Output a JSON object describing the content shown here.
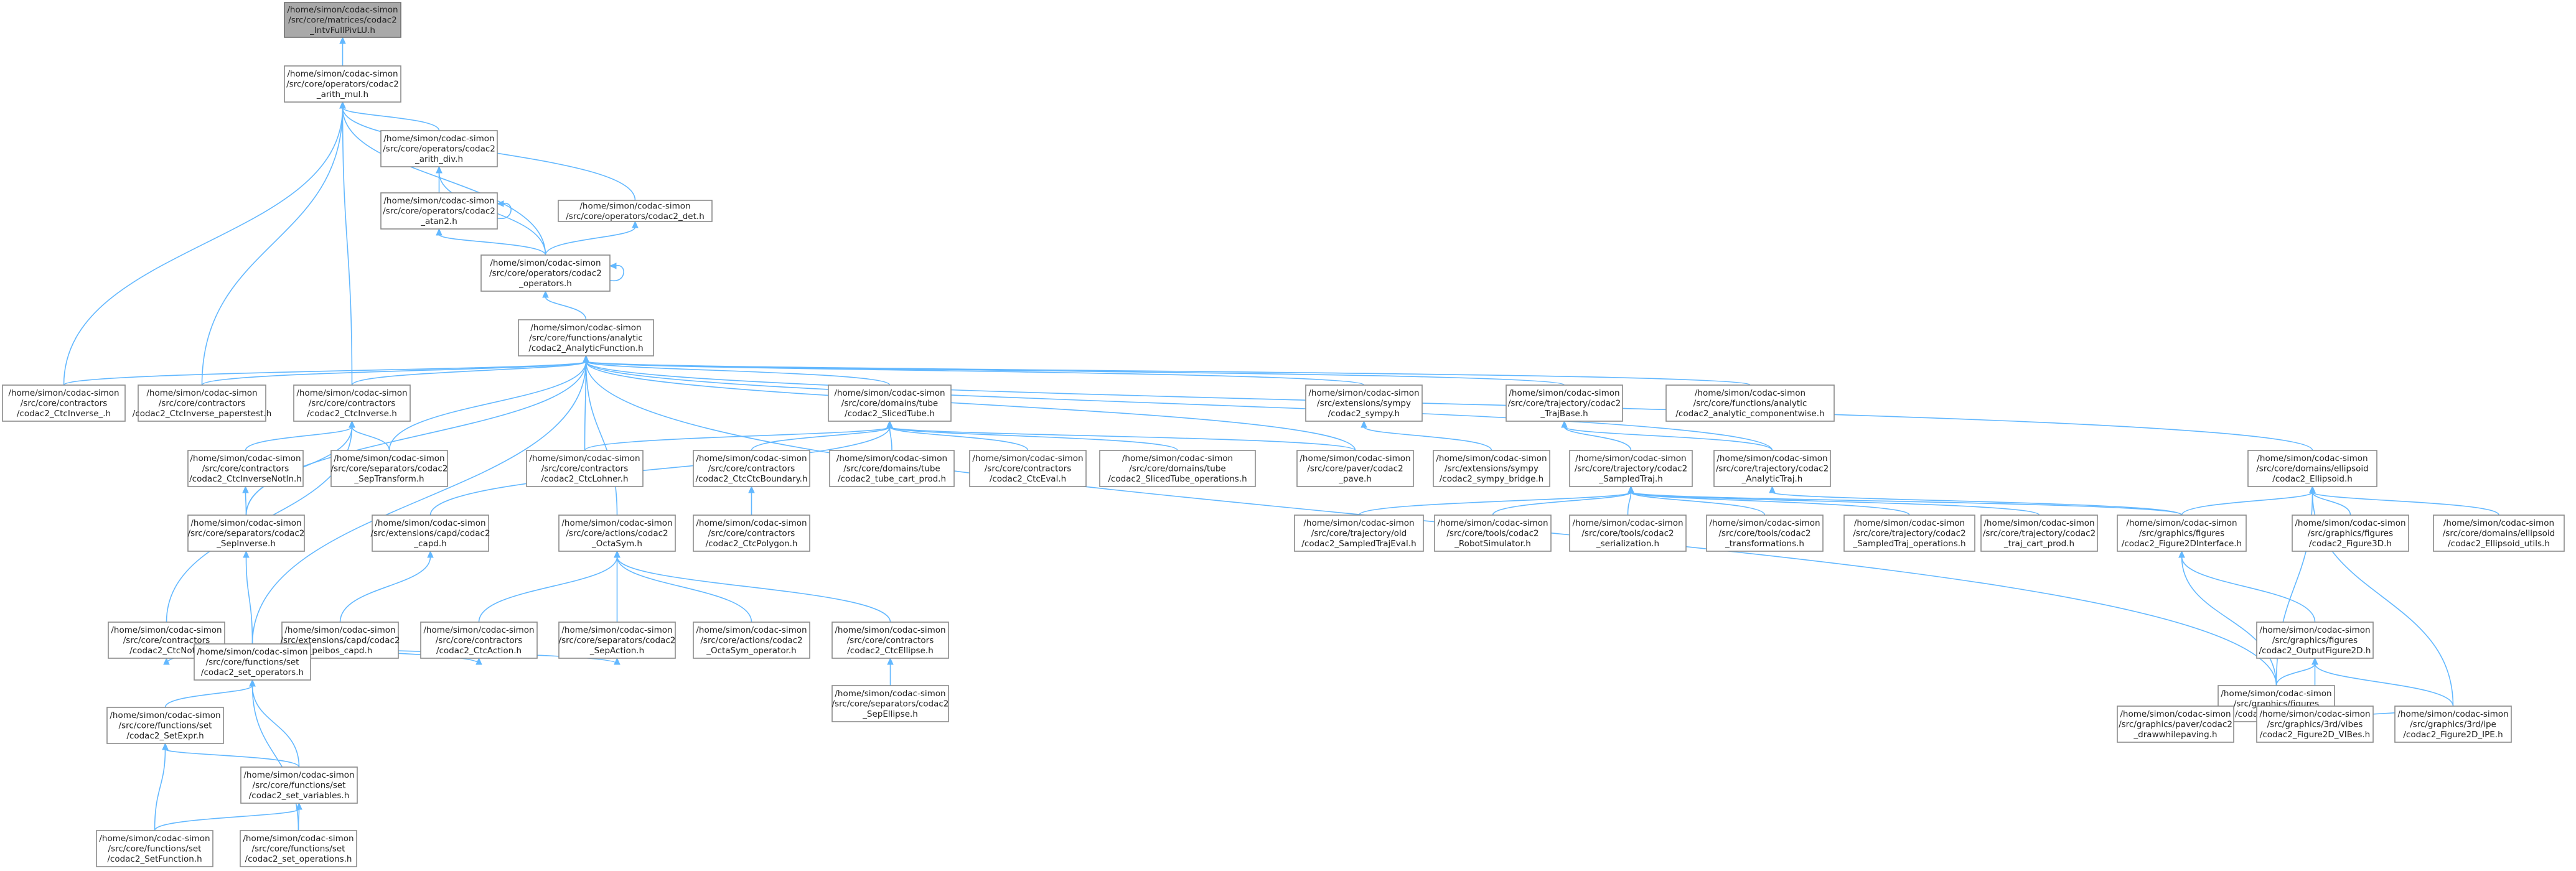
{
  "colors": {
    "edge": "#63b8ff",
    "node_border": "#8a8a8a",
    "root_fill": "#a9a9a9",
    "node_fill": "#ffffff",
    "text": "#222222"
  },
  "nodes": [
    {
      "id": "root",
      "root": true,
      "lines": [
        "/home/simon/codac-simon",
        "/src/core/matrices/codac2",
        "_IntvFullPivLU.h"
      ]
    },
    {
      "id": "arith_mul",
      "lines": [
        "/home/simon/codac-simon",
        "/src/core/operators/codac2",
        "_arith_mul.h"
      ]
    },
    {
      "id": "arith_div",
      "lines": [
        "/home/simon/codac-simon",
        "/src/core/operators/codac2",
        "_arith_div.h"
      ]
    },
    {
      "id": "atan2",
      "lines": [
        "/home/simon/codac-simon",
        "/src/core/operators/codac2",
        "_atan2.h"
      ]
    },
    {
      "id": "det",
      "lines": [
        "/home/simon/codac-simon",
        "/src/core/operators/codac2_det.h"
      ]
    },
    {
      "id": "operators",
      "lines": [
        "/home/simon/codac-simon",
        "/src/core/operators/codac2",
        "_operators.h"
      ]
    },
    {
      "id": "analytic",
      "lines": [
        "/home/simon/codac-simon",
        "/src/core/functions/analytic",
        "/codac2_AnalyticFunction.h"
      ]
    },
    {
      "id": "ctcinv_",
      "lines": [
        "/home/simon/codac-simon",
        "/src/core/contractors",
        "/codac2_CtcInverse_.h"
      ]
    },
    {
      "id": "ctcinvpaper",
      "lines": [
        "/home/simon/codac-simon",
        "/src/core/contractors",
        "/codac2_CtcInverse_paperstest.h"
      ]
    },
    {
      "id": "ctcinv",
      "lines": [
        "/home/simon/codac-simon",
        "/src/core/contractors",
        "/codac2_CtcInverse.h"
      ]
    },
    {
      "id": "slicedtube",
      "lines": [
        "/home/simon/codac-simon",
        "/src/core/domains/tube",
        "/codac2_SlicedTube.h"
      ]
    },
    {
      "id": "sympy",
      "lines": [
        "/home/simon/codac-simon",
        "/src/extensions/sympy",
        "/codac2_sympy.h"
      ]
    },
    {
      "id": "trajbase",
      "lines": [
        "/home/simon/codac-simon",
        "/src/core/trajectory/codac2",
        "_TrajBase.h"
      ]
    },
    {
      "id": "componentwise",
      "lines": [
        "/home/simon/codac-simon",
        "/src/core/functions/analytic",
        "/codac2_analytic_componentwise.h"
      ]
    },
    {
      "id": "ctcinvnotin",
      "lines": [
        "/home/simon/codac-simon",
        "/src/core/contractors",
        "/codac2_CtcInverseNotIn.h"
      ]
    },
    {
      "id": "septransform",
      "lines": [
        "/home/simon/codac-simon",
        "/src/core/separators/codac2",
        "_SepTransform.h"
      ]
    },
    {
      "id": "ctclohner",
      "lines": [
        "/home/simon/codac-simon",
        "/src/core/contractors",
        "/codac2_CtcLohner.h"
      ]
    },
    {
      "id": "ctcboundary",
      "lines": [
        "/home/simon/codac-simon",
        "/src/core/contractors",
        "/codac2_CtcCtcBoundary.h"
      ]
    },
    {
      "id": "tubecartprod",
      "lines": [
        "/home/simon/codac-simon",
        "/src/core/domains/tube",
        "/codac2_tube_cart_prod.h"
      ]
    },
    {
      "id": "ctceval",
      "lines": [
        "/home/simon/codac-simon",
        "/src/core/contractors",
        "/codac2_CtcEval.h"
      ]
    },
    {
      "id": "slicedtubeops",
      "lines": [
        "/home/simon/codac-simon",
        "/src/core/domains/tube",
        "/codac2_SlicedTube_operations.h"
      ]
    },
    {
      "id": "pave",
      "lines": [
        "/home/simon/codac-simon",
        "/src/core/paver/codac2",
        "_pave.h"
      ]
    },
    {
      "id": "sympybridge",
      "lines": [
        "/home/simon/codac-simon",
        "/src/extensions/sympy",
        "/codac2_sympy_bridge.h"
      ]
    },
    {
      "id": "sampledtraj",
      "lines": [
        "/home/simon/codac-simon",
        "/src/core/trajectory/codac2",
        "_SampledTraj.h"
      ]
    },
    {
      "id": "analytictraj",
      "lines": [
        "/home/simon/codac-simon",
        "/src/core/trajectory/codac2",
        "_AnalyticTraj.h"
      ]
    },
    {
      "id": "ellipsoid",
      "lines": [
        "/home/simon/codac-simon",
        "/src/core/domains/ellipsoid",
        "/codac2_Ellipsoid.h"
      ]
    },
    {
      "id": "sepinverse",
      "lines": [
        "/home/simon/codac-simon",
        "/src/core/separators/codac2",
        "_SepInverse.h"
      ]
    },
    {
      "id": "capd",
      "lines": [
        "/home/simon/codac-simon",
        "/src/extensions/capd/codac2",
        "_capd.h"
      ]
    },
    {
      "id": "octasym",
      "lines": [
        "/home/simon/codac-simon",
        "/src/core/actions/codac2",
        "_OctaSym.h"
      ]
    },
    {
      "id": "ctcpolygon",
      "lines": [
        "/home/simon/codac-simon",
        "/src/core/contractors",
        "/codac2_CtcPolygon.h"
      ]
    },
    {
      "id": "sampledtrajeval",
      "lines": [
        "/home/simon/codac-simon",
        "/src/core/trajectory/old",
        "/codac2_SampledTrajEval.h"
      ]
    },
    {
      "id": "robotsim",
      "lines": [
        "/home/simon/codac-simon",
        "/src/core/tools/codac2",
        "_RobotSimulator.h"
      ]
    },
    {
      "id": "serialization",
      "lines": [
        "/home/simon/codac-simon",
        "/src/core/tools/codac2",
        "_serialization.h"
      ]
    },
    {
      "id": "transformations",
      "lines": [
        "/home/simon/codac-simon",
        "/src/core/tools/codac2",
        "_transformations.h"
      ]
    },
    {
      "id": "sampledtrajops",
      "lines": [
        "/home/simon/codac-simon",
        "/src/core/trajectory/codac2",
        "_SampledTraj_operations.h"
      ]
    },
    {
      "id": "trajcartprod",
      "lines": [
        "/home/simon/codac-simon",
        "/src/core/trajectory/codac2",
        "_traj_cart_prod.h"
      ]
    },
    {
      "id": "fig2dinterface",
      "lines": [
        "/home/simon/codac-simon",
        "/src/graphics/figures",
        "/codac2_Figure2DInterface.h"
      ]
    },
    {
      "id": "figure3d",
      "lines": [
        "/home/simon/codac-simon",
        "/src/graphics/figures",
        "/codac2_Figure3D.h"
      ]
    },
    {
      "id": "ellipsoidutils",
      "lines": [
        "/home/simon/codac-simon",
        "/src/core/domains/ellipsoid",
        "/codac2_Ellipsoid_utils.h"
      ]
    },
    {
      "id": "ctcnot",
      "lines": [
        "/home/simon/codac-simon",
        "/src/core/contractors",
        "/codac2_CtcNot.h"
      ]
    },
    {
      "id": "peiboscapd",
      "lines": [
        "/home/simon/codac-simon",
        "/src/extensions/capd/codac2",
        "_peibos_capd.h"
      ]
    },
    {
      "id": "ctcaction",
      "lines": [
        "/home/simon/codac-simon",
        "/src/core/contractors",
        "/codac2_CtcAction.h"
      ]
    },
    {
      "id": "sepaction",
      "lines": [
        "/home/simon/codac-simon",
        "/src/core/separators/codac2",
        "_SepAction.h"
      ]
    },
    {
      "id": "octasymop",
      "lines": [
        "/home/simon/codac-simon",
        "/src/core/actions/codac2",
        "_OctaSym_operator.h"
      ]
    },
    {
      "id": "ctcellipse",
      "lines": [
        "/home/simon/codac-simon",
        "/src/core/contractors",
        "/codac2_CtcEllipse.h"
      ]
    },
    {
      "id": "outputfig2d",
      "lines": [
        "/home/simon/codac-simon",
        "/src/graphics/figures",
        "/codac2_OutputFigure2D.h"
      ]
    },
    {
      "id": "setoperators",
      "lines": [
        "/home/simon/codac-simon",
        "/src/core/functions/set",
        "/codac2_set_operators.h"
      ]
    },
    {
      "id": "sepellipse",
      "lines": [
        "/home/simon/codac-simon",
        "/src/core/separators/codac2",
        "_SepEllipse.h"
      ]
    },
    {
      "id": "figure2d",
      "lines": [
        "/home/simon/codac-simon",
        "/src/graphics/figures",
        "/codac2_Figure2D.h"
      ]
    },
    {
      "id": "setexpr",
      "lines": [
        "/home/simon/codac-simon",
        "/src/core/functions/set",
        "/codac2_SetExpr.h"
      ]
    },
    {
      "id": "setvariables",
      "lines": [
        "/home/simon/codac-simon",
        "/src/core/functions/set",
        "/codac2_set_variables.h"
      ]
    },
    {
      "id": "drawwhilepaving",
      "lines": [
        "/home/simon/codac-simon",
        "/src/graphics/paver/codac2",
        "_drawwhilepaving.h"
      ]
    },
    {
      "id": "vibes",
      "lines": [
        "/home/simon/codac-simon",
        "/src/graphics/3rd/vibes",
        "/codac2_Figure2D_VIBes.h"
      ]
    },
    {
      "id": "ipe",
      "lines": [
        "/home/simon/codac-simon",
        "/src/graphics/3rd/ipe",
        "/codac2_Figure2D_IPE.h"
      ]
    },
    {
      "id": "setfunction",
      "lines": [
        "/home/simon/codac-simon",
        "/src/core/functions/set",
        "/codac2_SetFunction.h"
      ]
    },
    {
      "id": "setoperations",
      "lines": [
        "/home/simon/codac-simon",
        "/src/core/functions/set",
        "/codac2_set_operations.h"
      ]
    }
  ]
}
